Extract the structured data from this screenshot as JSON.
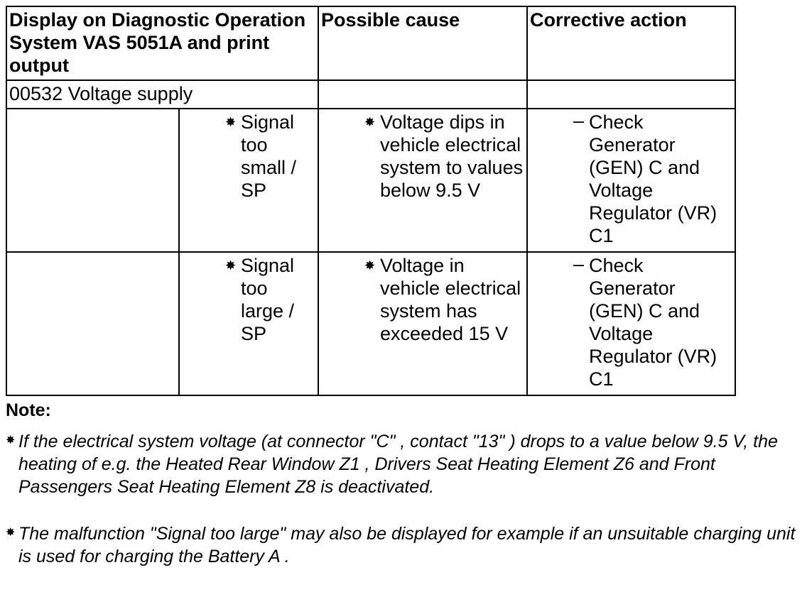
{
  "table": {
    "headers": [
      "Display on Diagnostic Operation System VAS 5051A and print output",
      "Possible cause",
      "Corrective action"
    ],
    "section_label": "00532 Voltage supply",
    "rows": [
      {
        "signal": "Signal too small / SP",
        "cause": "Voltage dips in vehicle electrical system to values below 9.5 V",
        "action": "Check Generator (GEN) C and Voltage Regulator (VR) C1"
      },
      {
        "signal": "Signal too large / SP",
        "cause": "Voltage in vehicle electrical system has exceeded 15 V",
        "action": "Check Generator (GEN) C and Voltage Regulator (VR) C1"
      }
    ],
    "bullet_glyph": "✸",
    "dash_glyph": "–"
  },
  "note": {
    "title": "Note:",
    "items": [
      "If the electrical system voltage (at connector \"C\" , contact \"13\" ) drops to a value below 9.5 V, the heating of e.g. the Heated Rear Window Z1 , Drivers Seat Heating Element Z6 and Front Passengers Seat Heating Element Z8 is deactivated.",
      "The malfunction \"Signal too large\" may also be displayed for example if an unsuitable charging unit is used for charging the Battery A ."
    ]
  }
}
